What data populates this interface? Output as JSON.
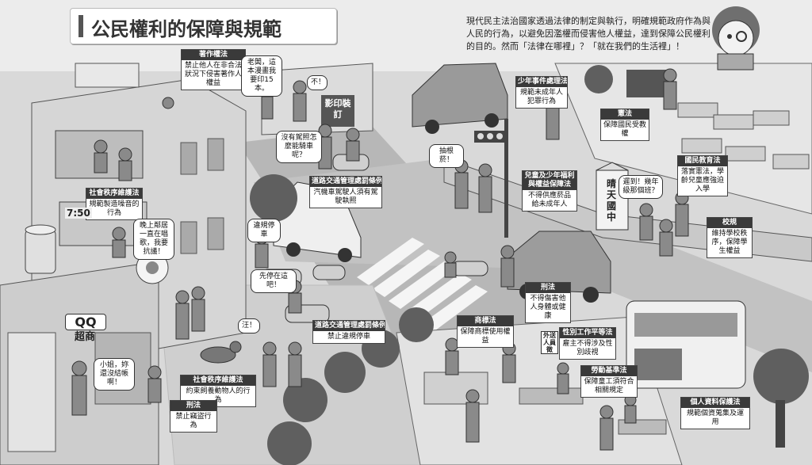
{
  "page": {
    "title": "公民權利的保障與規範",
    "intro": "現代民主法治國家透過法律的制定與執行，明確規範政府作為與人民的行為，以避免因濫權而侵害他人權益，達到保障公民權利的目的。然而「法律在哪裡」？「就在我們的生活裡」！"
  },
  "labels": [
    {
      "id": "copyright",
      "head": "著作權法",
      "body": "禁止他人在非合法狀況下侵害著作人權益"
    },
    {
      "id": "juvenile",
      "head": "少年事件處理法",
      "body": "規範未成年人犯罪行為"
    },
    {
      "id": "constitution",
      "head": "憲法",
      "body": "保障國民受教權"
    },
    {
      "id": "compulsory-edu",
      "head": "國民教育法",
      "body": "落實憲法，學齡兒童應強迫入學"
    },
    {
      "id": "road-traffic",
      "head": "道路交通管理處罰條例",
      "body": "汽機車駕駛人須有駕駛執照"
    },
    {
      "id": "child-welfare",
      "head": "兒童及少年福利與權益保障法",
      "body": "不得供應菸品給未成年人"
    },
    {
      "id": "social-order-1",
      "head": "社會秩序維護法",
      "body": "規範製造噪音的行為"
    },
    {
      "id": "school-rules",
      "head": "校規",
      "body": "維持學校秩序，保障學生權益"
    },
    {
      "id": "criminal-1",
      "head": "刑法",
      "body": "不得傷害他人身體或健康"
    },
    {
      "id": "road-traffic-2",
      "head": "道路交通管理處罰條例",
      "body": "禁止違規停車"
    },
    {
      "id": "trademark",
      "head": "商標法",
      "body": "保障商標使用權益"
    },
    {
      "id": "gender-equality",
      "head": "性別工作平等法",
      "body": "雇主不得涉及性別歧視"
    },
    {
      "id": "labor-standards",
      "head": "勞動基準法",
      "body": "保障童工須符合相關規定"
    },
    {
      "id": "social-order-2",
      "head": "社會秩序維護法",
      "body": "約束飼養動物人的行為"
    },
    {
      "id": "criminal-2",
      "head": "刑法",
      "body": "禁止竊盜行為"
    },
    {
      "id": "personal-data",
      "head": "個人資料保護法",
      "body": "規範個資蒐集及運用"
    }
  ],
  "bubbles": {
    "boss": "老闆，這本漫畫我要印15本。",
    "no": "不！",
    "no_license": "沒有駕照怎麼能騎車呢？",
    "police": "抽根菸！",
    "late": "遲到！幾年級那個班？",
    "noise": "晚上鄰居一直在唱歌，我要抗議！",
    "illegal_parking": "違規停車",
    "parking_here": "先停在這吧！",
    "bark": "汪！",
    "thief": "小姐，妳還沒結帳啊！",
    "print_sign": "影印裝訂"
  },
  "signs": {
    "school_gate": "晴天國中",
    "shop": "QQ超商",
    "shop_top": "QQ",
    "shop_bottom": "超商",
    "clock": "7:50",
    "outsourcing": "外送人員徵"
  },
  "colors": {
    "label_head": "#3a3a3a",
    "building": "#d6d6d6",
    "road": "#bdbdbd",
    "sidewalk": "#dedede",
    "tree": "#5f5f5f",
    "outline": "#444444"
  }
}
